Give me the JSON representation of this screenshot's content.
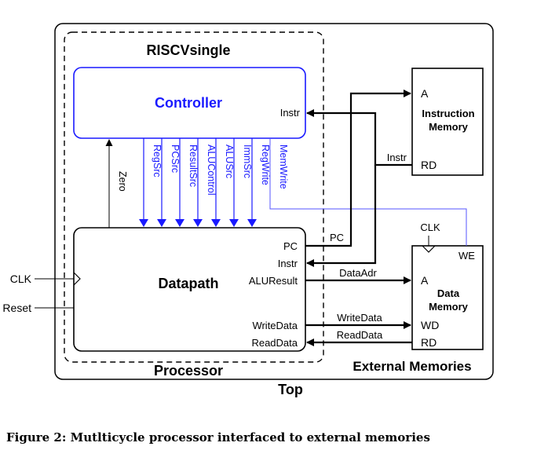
{
  "diagram": {
    "top_label": "Top",
    "processor_label": "Processor",
    "riscv_label": "RISCVsingle",
    "external_memories_label": "External Memories",
    "controller": {
      "title": "Controller",
      "instr_port": "Instr"
    },
    "control_signals": [
      "RegSrc",
      "PCSrc",
      "ResultSrc",
      "ALUControl",
      "ALUSrc",
      "ImmSrc",
      "RegWrite",
      "MemWrite"
    ],
    "zero_label": "Zero",
    "datapath": {
      "title": "Datapath",
      "ports_right": [
        "PC",
        "Instr",
        "ALUResult",
        "WriteData",
        "ReadData"
      ]
    },
    "inputs": {
      "clk": "CLK",
      "reset": "Reset"
    },
    "instruction_memory": {
      "title_line1": "Instruction",
      "title_line2": "Memory",
      "port_a": "A",
      "port_rd": "RD"
    },
    "data_memory": {
      "title_line1": "Data",
      "title_line2": "Memory",
      "port_a": "A",
      "port_wd": "WD",
      "port_rd": "RD",
      "port_we": "WE",
      "clk": "CLK"
    },
    "wire_labels": {
      "instr": "Instr",
      "pc": "PC",
      "dataadr": "DataAdr",
      "writedata": "WriteData",
      "readdata": "ReadData"
    },
    "colors": {
      "controller": "#1a1aff",
      "black": "#000000",
      "signal_line": "#3a3aff"
    }
  },
  "caption": "Figure 2: Mutlticycle processor interfaced to external memories"
}
